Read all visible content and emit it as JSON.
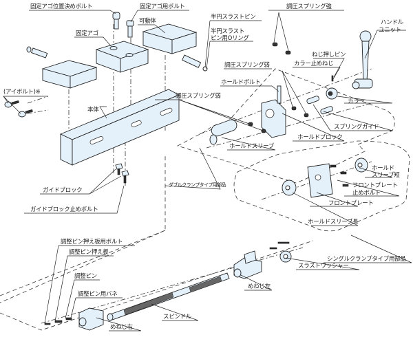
{
  "diagram": {
    "type": "exploded-parts-view",
    "accent_color": "#e4f1fb",
    "labels": {
      "kotei_ago_ichigime_bolt": "固定アゴ位置決めボルト",
      "kotei_ago_bolt": "固定アゴ用ボルト",
      "kadoutai": "可動体",
      "kotei_ago": "固定アゴ",
      "hanen_thrust_pin": "半円スラストピン",
      "hanen_thrust_oring_1": "半円スラスト",
      "hanen_thrust_oring_2": "ピン用Oリング",
      "choatsu_spring_kyo": "調圧スプリング強",
      "handle_unit_1": "ハンドル",
      "handle_unit_2": "ユニット",
      "neji_oshi_pin": "ねじ押しピン",
      "collar_tome_neji": "カラー止めねじ",
      "choatsu_spring_jaku_top": "調圧スプリング弱",
      "hold_bolt": "ホールドボルト",
      "eye_bolt": "(アイボルト)※",
      "collar": "カラー",
      "choatsu_spring_jaku_left": "調圧スプリング弱",
      "hontai": "本体",
      "spring_guide": "スプリングガイド",
      "hold_block": "ホールドブロック",
      "hold_sleeve": "ホールドスリーブ",
      "hold_sleeve_short_1": "ホールド",
      "hold_sleeve_short_2": "スリーブ短",
      "double_clamp_parts": "ダブルクランプタイプ用部品",
      "front_plate_bolt_1": "フロントプレート",
      "front_plate_bolt_2": "止めボルト",
      "guide_block": "ガイドブロック",
      "front_plate": "フロントプレート",
      "hold_sleeve_long": "ホールドスリーブ長",
      "guide_block_bolt": "ガイドブロック止めボルト",
      "chosei_pin_osaeita_bolt": "調整ピン押え板用ボルト",
      "single_clamp_parts": "シングルクランプタイプ用部品",
      "chosei_pin_osaeita": "調整ピン押え板",
      "thrust_washer": "スラストワッシャー",
      "chosei_pin": "調整ピン",
      "meneji_hidari": "めねじ左",
      "chosei_pin_bane": "調整ピン用バネ",
      "spindle": "スピンドル",
      "meneji_migi": "めねじ右"
    }
  }
}
